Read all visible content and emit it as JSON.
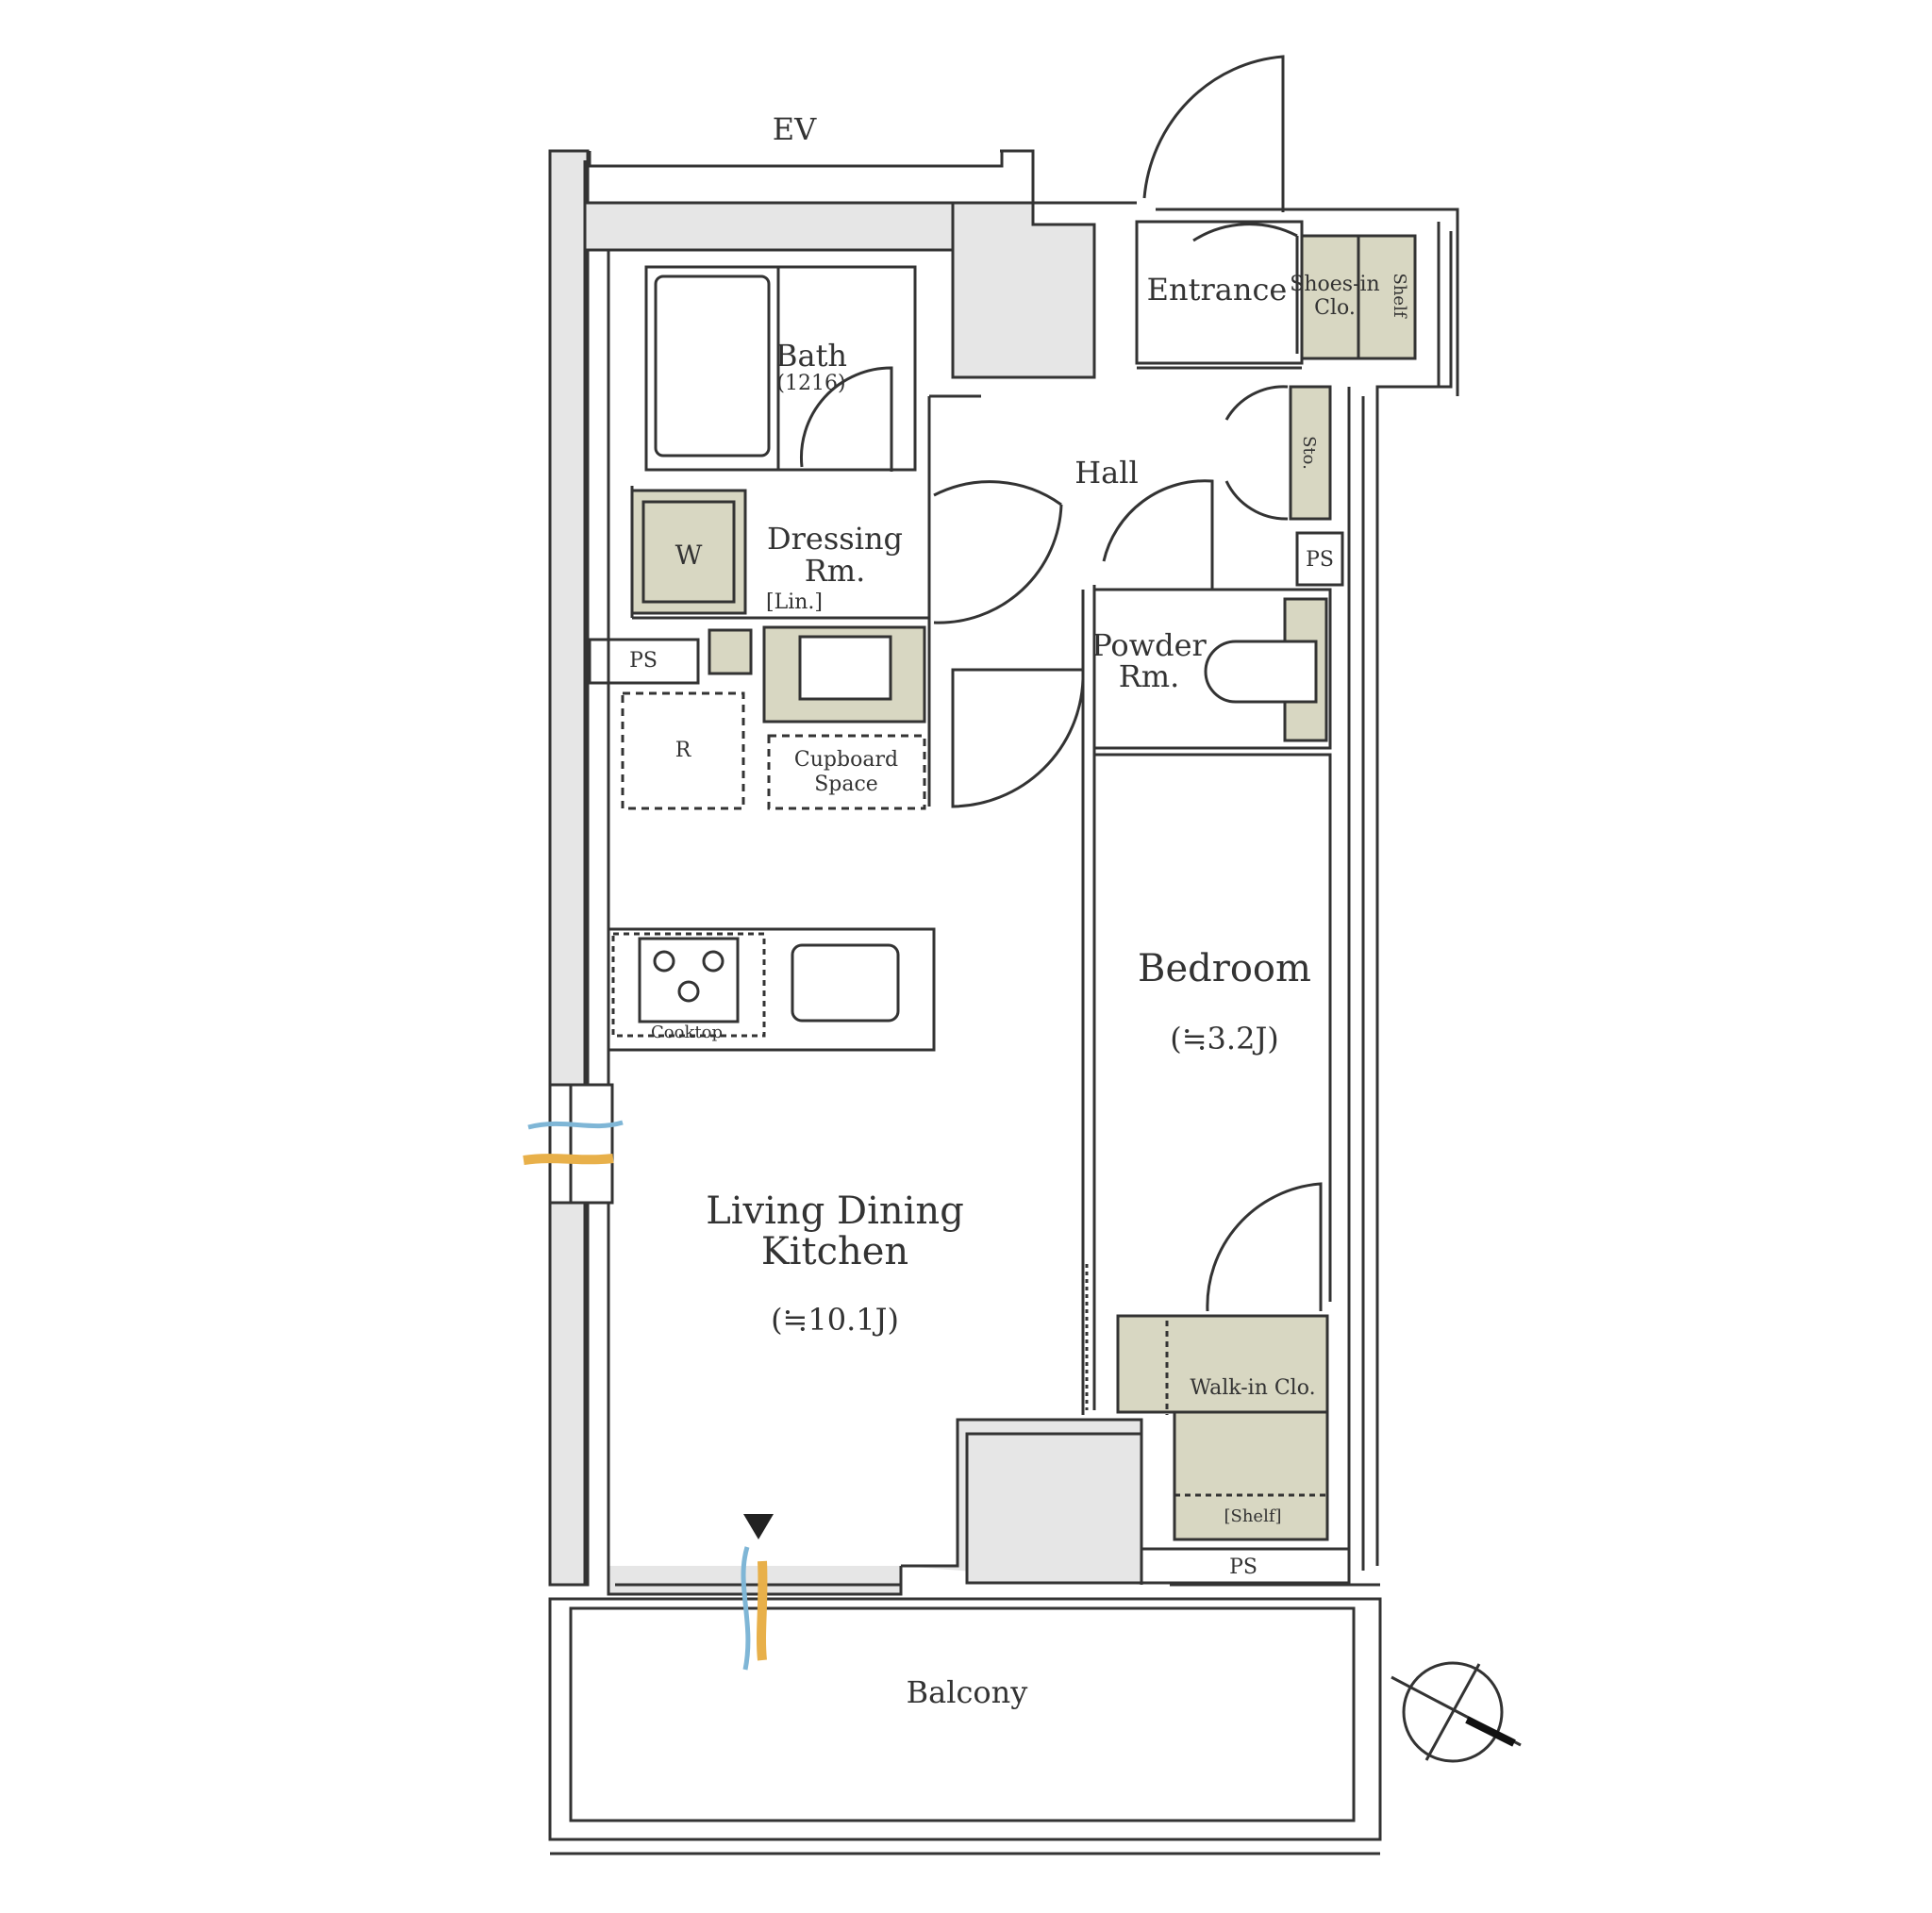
{
  "labels": {
    "ev": "EV",
    "entrance": "Entrance",
    "shoes_in_clo": "Shoes-in",
    "shoes_in_clo_2": "Clo.",
    "shelf_top": "Shelf",
    "bath": "Bath",
    "bath_size": "(1216)",
    "hall": "Hall",
    "sto": "Sto.",
    "ps_right": "PS",
    "dressing_1": "Dressing",
    "dressing_2": "Rm.",
    "washer": "W",
    "linen": "[Lin.]",
    "ps_left": "PS",
    "powder_1": "Powder",
    "powder_2": "Rm.",
    "refrigerator": "R",
    "cupboard_1": "Cupboard",
    "cupboard_2": "Space",
    "bedroom": "Bedroom",
    "bedroom_size": "(≒3.2J)",
    "ldk_1": "Living Dining",
    "ldk_2": "Kitchen",
    "ldk_size": "(≒10.1J)",
    "walkin": "Walk-in Clo.",
    "shelf_bottom": "[Shelf]",
    "ps_bottom": "PS",
    "balcony": "Balcony",
    "cooktop": "Cooktop"
  },
  "colors": {
    "wall_fill": "#e6e6e6",
    "line": "#333333",
    "storage_fill": "#d8d7c2",
    "airflow_warm": "#e8b04a",
    "airflow_cool": "#7fb6d6"
  },
  "icons": {
    "compass": "north-arrow-icon",
    "entry_marker": "down-triangle-icon"
  }
}
